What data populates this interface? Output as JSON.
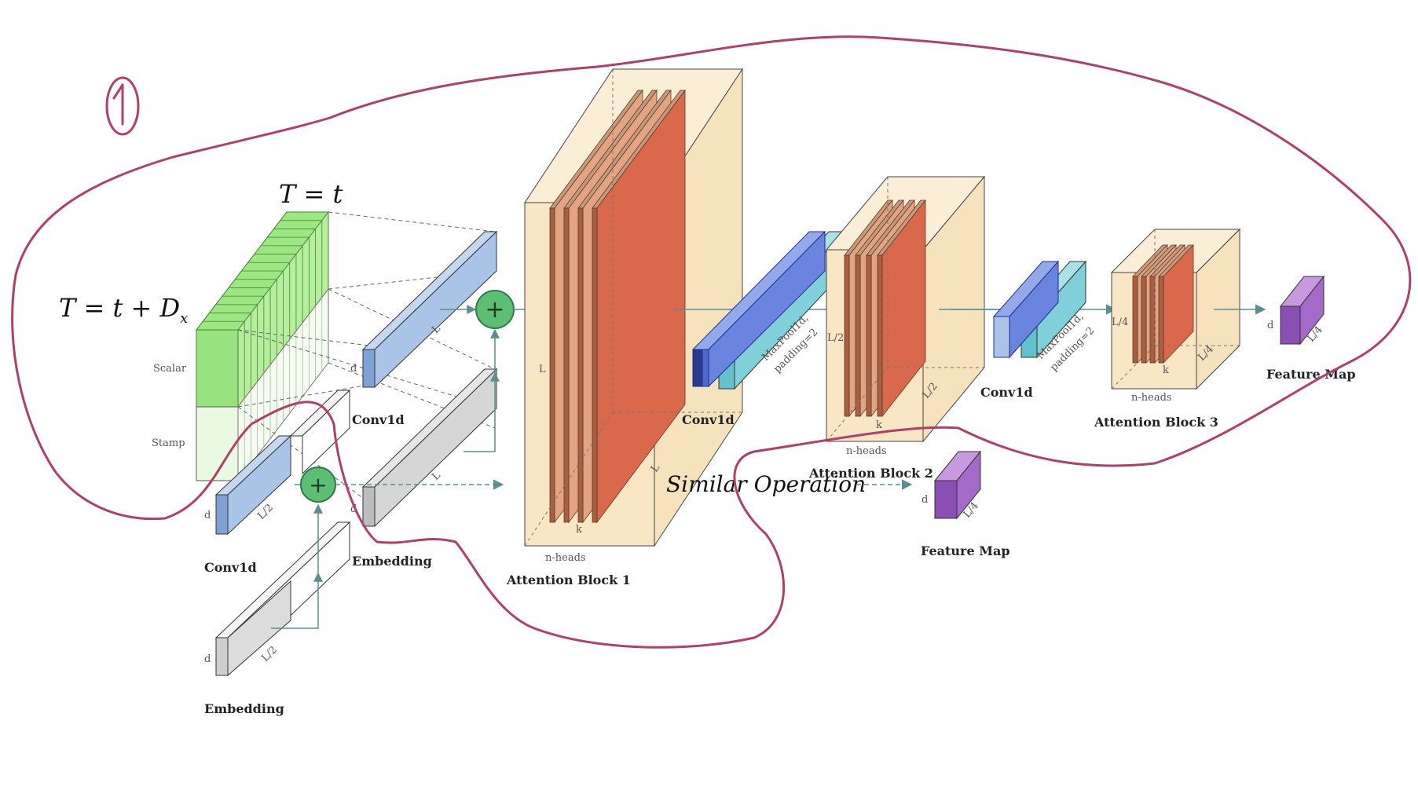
{
  "annotation": {
    "circled_number": "1"
  },
  "input": {
    "t_label": "T = t",
    "t_dx_label": "T = t + D",
    "t_dx_sub": "x",
    "scalar": "Scalar",
    "stamp": "Stamp"
  },
  "branch_top": {
    "conv_label": "Conv1d",
    "embed_label": "Embedding",
    "dim_d": "d",
    "dim_L": "L"
  },
  "branch_bottom": {
    "conv_label": "Conv1d",
    "embed_label": "Embedding",
    "dim_d": "d",
    "dim_L2": "L/2"
  },
  "attention1": {
    "title": "Attention Block 1",
    "heads": "n-heads",
    "k": "k",
    "L": "L",
    "L_side": "L"
  },
  "conv_mid1": {
    "label": "Conv1d",
    "pool": "MaxPool1d,",
    "padding": "padding=2"
  },
  "attention2": {
    "title": "Attention Block 2",
    "heads": "n-heads",
    "k": "k",
    "L2": "L/2",
    "L2_side": "L/2"
  },
  "conv_mid2": {
    "label": "Conv1d",
    "pool": "MaxPool1d,",
    "padding": "padding=2"
  },
  "attention3": {
    "title": "Attention Block 3",
    "heads": "n-heads",
    "k": "k",
    "L4": "L/4",
    "L4_side": "L/4"
  },
  "feature_top": {
    "label": "Feature Map",
    "d": "d",
    "L4": "L/4"
  },
  "feature_bottom": {
    "label": "Feature Map",
    "d": "d",
    "L4": "L/4"
  },
  "similar": "Similar Operation",
  "colors": {
    "green": "#8fe07a",
    "blue": "#a9c4e6",
    "gray": "#d6d6d6",
    "beige": "#f8e6c4",
    "red": "#d9694a",
    "purple": "#a36ac8",
    "cyan": "#7fd0d8",
    "annotation": "#b0406a",
    "plus": "#4caf6a"
  }
}
